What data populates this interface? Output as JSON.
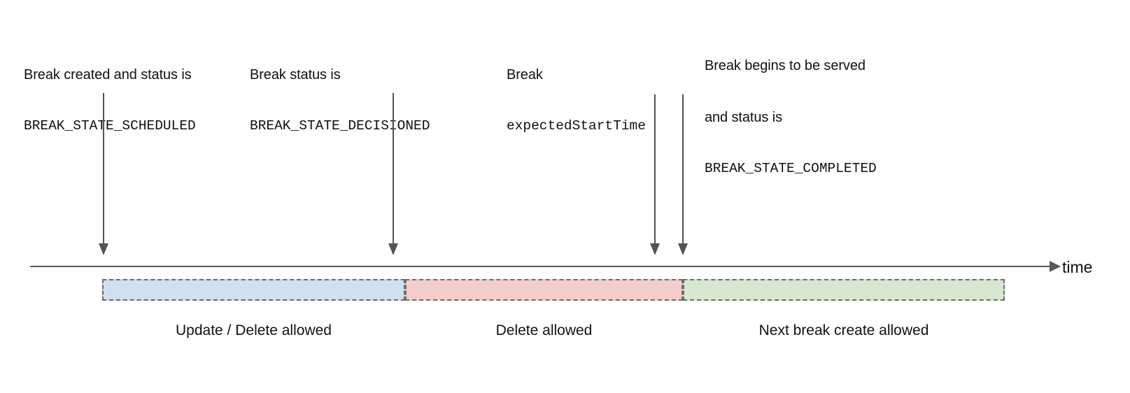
{
  "diagram": {
    "title": "Break lifecycle timeline",
    "axis": {
      "label": "time",
      "arrow_icon": "arrow-right-icon"
    },
    "colors": {
      "scheduled_fill": "#cfe0f1",
      "decisioned_fill": "#f5cdcd",
      "completed_fill": "#d8e8d0",
      "border": "#6b6b6b",
      "axis": "#5a5a5a",
      "marker": "#535353",
      "text": "#111111"
    },
    "markers": [
      {
        "id": "marker-scheduled",
        "lines": [
          {
            "text": "Break created and status is",
            "mono": false
          },
          {
            "text": "BREAK_STATE_SCHEDULED",
            "mono": true
          }
        ]
      },
      {
        "id": "marker-decisioned",
        "lines": [
          {
            "text": "Break status is",
            "mono": false
          },
          {
            "text": "BREAK_STATE_DECISIONED",
            "mono": true
          }
        ]
      },
      {
        "id": "marker-expected-start-time",
        "lines": [
          {
            "text": "Break",
            "mono": false
          },
          {
            "text": "expectedStartTime",
            "mono": true
          }
        ]
      },
      {
        "id": "marker-completed",
        "lines": [
          {
            "text": "Break begins to be served",
            "mono": false
          },
          {
            "text": "and status is",
            "mono": false
          },
          {
            "text": "BREAK_STATE_COMPLETED",
            "mono": true
          }
        ]
      }
    ],
    "phases": [
      {
        "id": "phase-update-delete",
        "caption": "Update / Delete allowed"
      },
      {
        "id": "phase-delete",
        "caption": "Delete allowed"
      },
      {
        "id": "phase-next-break",
        "caption": "Next break create allowed"
      }
    ]
  }
}
